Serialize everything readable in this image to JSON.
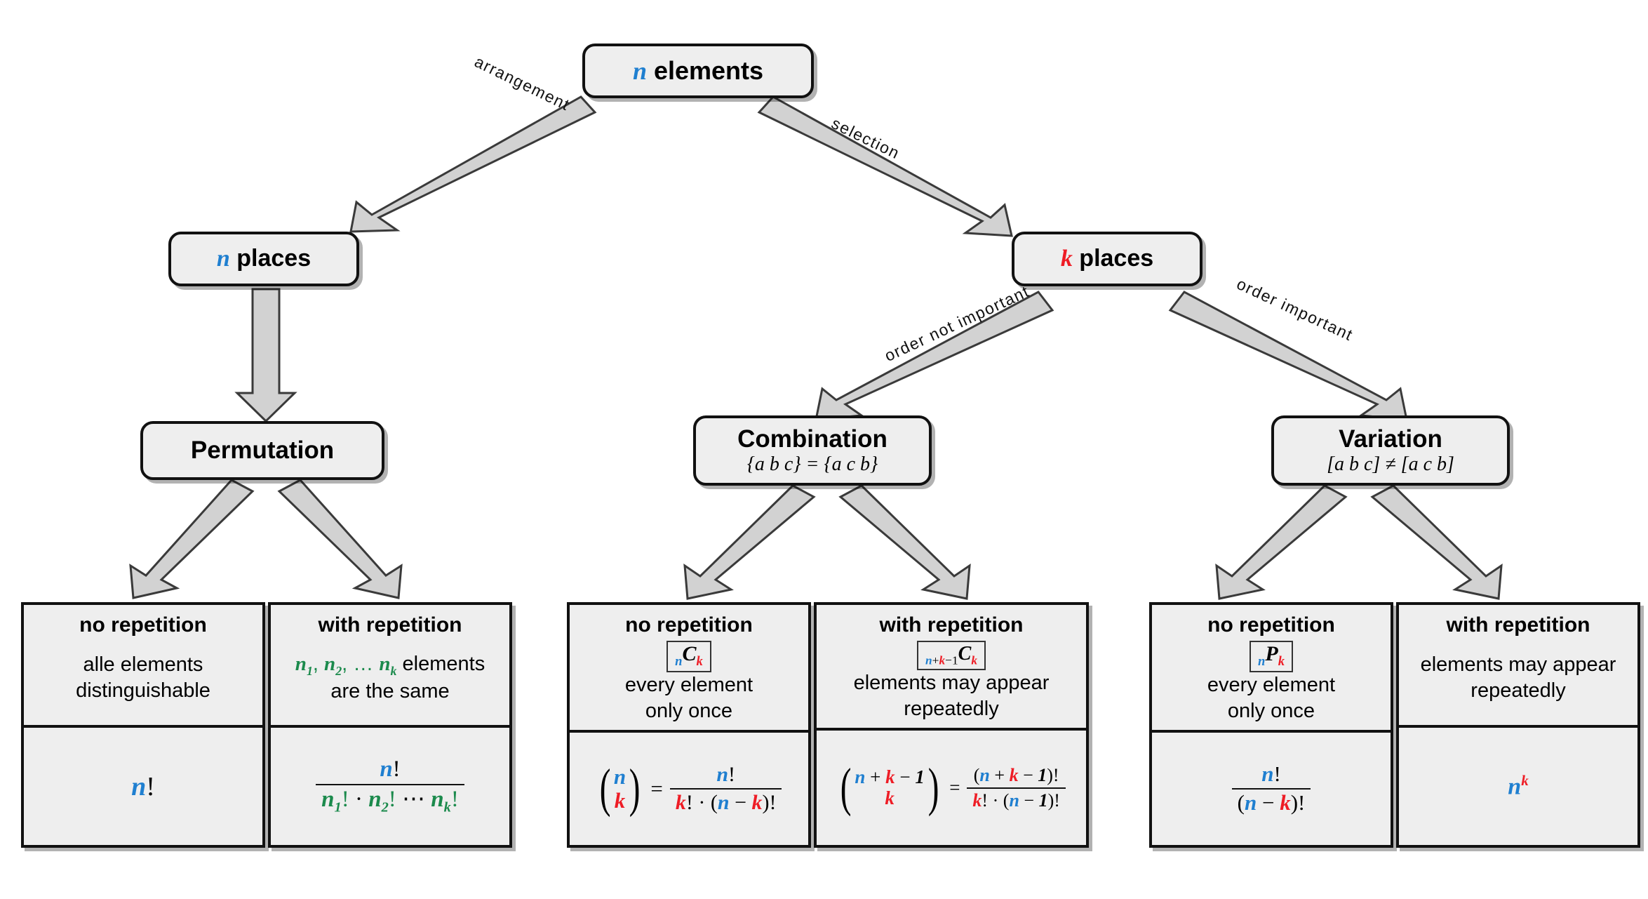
{
  "diagram": {
    "title": "Combinatorics decision tree",
    "colors": {
      "n_color": "#1f7fd0",
      "k_color": "#ee1c25",
      "group_color": "#1b8a4c",
      "node_fill": "#eeeeee",
      "border": "#111111",
      "arrow_fill": "#d2d2d2"
    }
  },
  "nodes": {
    "root": {
      "var": "n",
      "text": "elements"
    },
    "n_places": {
      "var": "n",
      "text": "places"
    },
    "k_places": {
      "var": "k",
      "text": "places"
    },
    "permutation": {
      "title": "Permutation",
      "subtitle": ""
    },
    "combination": {
      "title": "Combination",
      "subtitle": "{a b c} = {a c b}"
    },
    "variation": {
      "title": "Variation",
      "subtitle": "[a b c] ≠ [a c b]"
    }
  },
  "edges": [
    {
      "id": "root-to-n-places",
      "label": "arrangement"
    },
    {
      "id": "root-to-k-places",
      "label": "selection"
    },
    {
      "id": "n-places-to-permutation",
      "label": ""
    },
    {
      "id": "k-places-to-combination",
      "label": "order not important"
    },
    {
      "id": "k-places-to-variation",
      "label": "order important"
    },
    {
      "id": "permutation-to-no-repetition",
      "label": ""
    },
    {
      "id": "permutation-to-with-repetition",
      "label": ""
    },
    {
      "id": "combination-to-no-repetition",
      "label": ""
    },
    {
      "id": "combination-to-with-repetition",
      "label": ""
    },
    {
      "id": "variation-to-no-repetition",
      "label": ""
    },
    {
      "id": "variation-to-with-repetition",
      "label": ""
    }
  ],
  "leaves": {
    "perm_no_rep": {
      "head": "no repetition",
      "notation": "",
      "desc_line1": "alle elements",
      "desc_line2": "distinguishable",
      "formula": "n!"
    },
    "perm_with_rep": {
      "head": "with repetition",
      "notation": "",
      "desc_line1": "n1, n2, ... nk elements",
      "desc_line2": "are the same",
      "formula": "n! / (n1! · n2! ··· nk!)"
    },
    "comb_no_rep": {
      "head": "no repetition",
      "notation": "nCk",
      "desc_line1": "every element",
      "desc_line2": "only once",
      "formula": "(n over k) = n! / (k! · (n − k)!)"
    },
    "comb_with_rep": {
      "head": "with repetition",
      "notation": "n+k−1Ck",
      "desc_line1": "elements may appear",
      "desc_line2": "repeatedly",
      "formula": "(n + k − 1 over k) = (n + k − 1)! / (k! · (n − 1)!)"
    },
    "var_no_rep": {
      "head": "no repetition",
      "notation": "nPk",
      "desc_line1": "every element",
      "desc_line2": "only once",
      "formula": "n! / (n − k)!"
    },
    "var_with_rep": {
      "head": "with repetition",
      "notation": "",
      "desc_line1": "elements may appear",
      "desc_line2": "repeatedly",
      "formula": "n^k"
    }
  },
  "symbols": {
    "n": "n",
    "k": "k",
    "C": "C",
    "P": "P",
    "fact": "!",
    "eq": "=",
    "plus": "+",
    "minus": "−",
    "dot": "·",
    "one": "1",
    "ellipsis": "···",
    "n1": "n",
    "n2": "n",
    "nk": "n",
    "sub1": "1",
    "sub2": "2",
    "subk": "k",
    "lparen": "(",
    "rparen": ")"
  }
}
